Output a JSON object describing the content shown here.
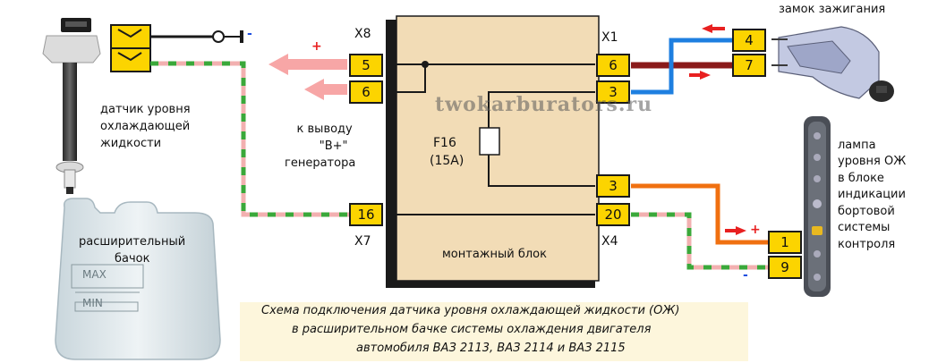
{
  "colors": {
    "pin_fill": "#fcd400",
    "mount_block": "#f2dcb6",
    "wire_pink": "#f2b0b0",
    "wire_green": "#3aa83a",
    "wire_blue": "#1e7fe0",
    "wire_dark_red": "#8a1a1a",
    "wire_orange": "#f07010",
    "arrow_red": "#e82020",
    "arrow_pink": "#f7a6a6"
  },
  "sensor": {
    "label_lines": [
      "датчик уровня",
      "охлаждающей",
      "жидкости"
    ],
    "minus_sign": "-"
  },
  "tank": {
    "label_lines": [
      "расширительный",
      "бачок"
    ],
    "max_mark": "MAX",
    "min_mark": "MIN"
  },
  "generator": {
    "label_lines": [
      "к выводу",
      "\"В+\"",
      "генератора"
    ],
    "plus_sign": "+"
  },
  "mount_block": {
    "label": "монтажный блок",
    "fuse_name": "F16",
    "fuse_rating": "(15А)",
    "connectors": {
      "x8": "X8",
      "x1": "X1",
      "x7": "X7",
      "x4": "X4"
    },
    "pins": {
      "x8_top": "5",
      "x8_bottom": "6",
      "x7": "16",
      "x1_top": "6",
      "x1_bottom": "3",
      "x4_top": "3",
      "x4_bottom": "20"
    }
  },
  "ignition": {
    "label": "замок зажигания",
    "pins": [
      "4",
      "7"
    ]
  },
  "lamp": {
    "label_lines": [
      "лампа",
      "уровня ОЖ",
      "в блоке",
      "индикации",
      "бортовой",
      "системы",
      "контроля"
    ],
    "pins": [
      "1",
      "9"
    ],
    "plus_sign": "+",
    "minus_sign": "-"
  },
  "watermark": "twokarburators.ru",
  "caption_lines": [
    "Схема подключения датчика уровня охлаждающей жидкости (ОЖ)",
    "в расширительном бачке системы охлаждения двигателя",
    "автомобиля ВАЗ 2113, ВАЗ 2114 и ВАЗ 2115"
  ]
}
